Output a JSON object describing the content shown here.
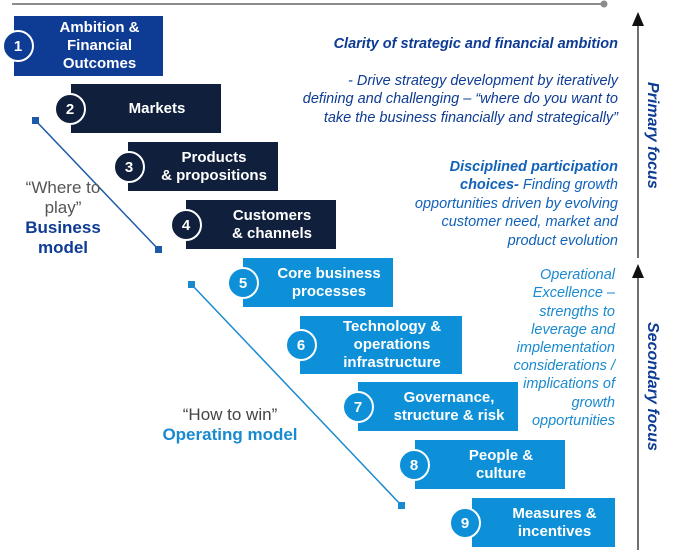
{
  "colors": {
    "primary_dark": "#0e3b93",
    "navy": "#0f1f3c",
    "sky": "#0e90d8",
    "grey_text": "#555555",
    "axis": "#222222"
  },
  "steps": [
    {
      "number": "1",
      "label": "Ambition &\nFinancial\nOutcomes",
      "group": "primary",
      "style": "royal"
    },
    {
      "number": "2",
      "label": "Markets",
      "group": "primary",
      "style": "navy"
    },
    {
      "number": "3",
      "label": "Products\n& propositions",
      "group": "primary",
      "style": "navy"
    },
    {
      "number": "4",
      "label": "Customers\n& channels",
      "group": "primary",
      "style": "navy"
    },
    {
      "number": "5",
      "label": "Core business\nprocesses",
      "group": "secondary",
      "style": "sky"
    },
    {
      "number": "6",
      "label": "Technology &\noperations\ninfrastructure",
      "group": "secondary",
      "style": "sky"
    },
    {
      "number": "7",
      "label": "Governance,\nstructure & risk",
      "group": "secondary",
      "style": "sky"
    },
    {
      "number": "8",
      "label": "People &\nculture",
      "group": "secondary",
      "style": "sky"
    },
    {
      "number": "9",
      "label": "Measures &\nincentives",
      "group": "secondary",
      "style": "sky"
    }
  ],
  "business_model": {
    "quote": "“Where to\nplay”",
    "title": "Business\nmodel"
  },
  "operating_model": {
    "quote": "“How to win”",
    "title": "Operating model"
  },
  "descriptions": {
    "ambition": {
      "bold": "Clarity of strategic and financial ambition",
      "text": "- Drive strategy development by iteratively\ndefining and challenging – “where do you want to\ntake the business financially and strategically”"
    },
    "participation": {
      "bold": "Disciplined participation\nchoices-",
      "text": " Finding growth\nopportunities driven by evolving\ncustomer need, market and\nproduct evolution"
    },
    "operational": {
      "text": "Operational\nExcellence –\nstrengths to\nleverage and\nimplementation\nconsiderations /\nimplications of\ngrowth\nopportunities"
    }
  },
  "axis": {
    "primary_label": "Primary focus",
    "secondary_label": "Secondary focus"
  }
}
